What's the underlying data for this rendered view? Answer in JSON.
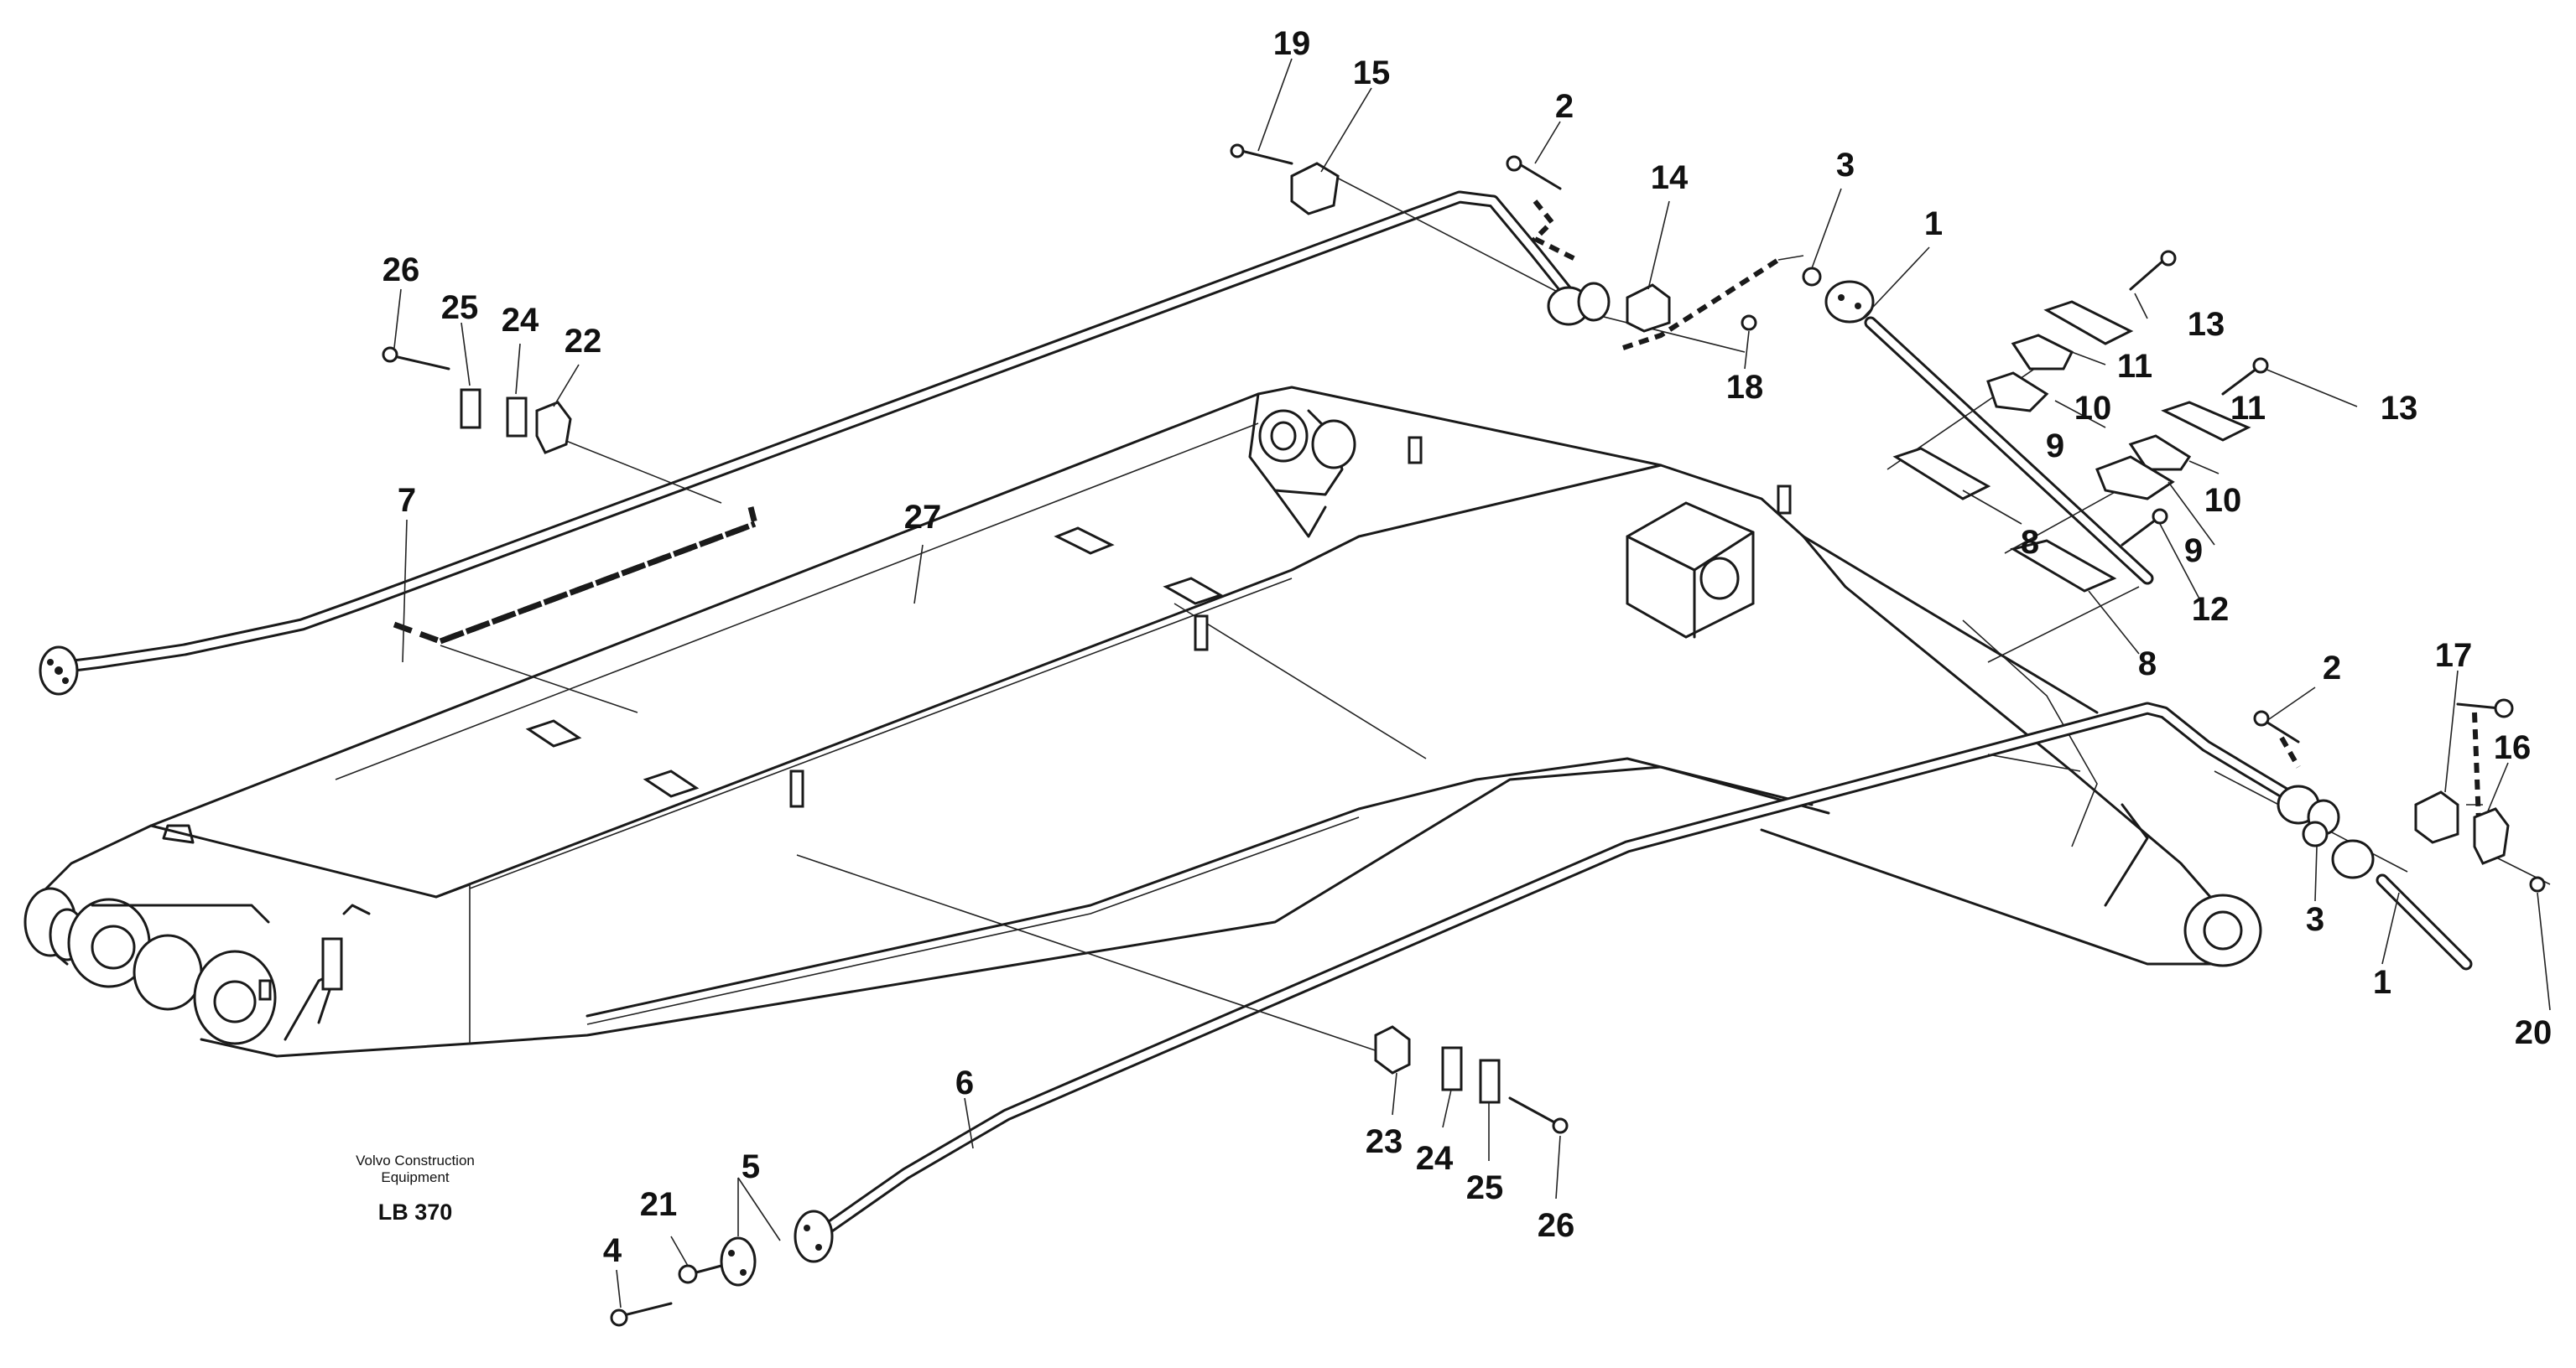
{
  "caption": {
    "company_line1": "Volvo Construction",
    "company_line2": "Equipment",
    "code": "LB 370"
  },
  "callouts": {
    "c1a": "1",
    "c1b": "1",
    "c2a": "2",
    "c2b": "2",
    "c3a": "3",
    "c3b": "3",
    "c4": "4",
    "c5": "5",
    "c6": "6",
    "c7": "7",
    "c8a": "8",
    "c8b": "8",
    "c9a": "9",
    "c9b": "9",
    "c10a": "10",
    "c10b": "10",
    "c11a": "11",
    "c11b": "11",
    "c12": "12",
    "c13a": "13",
    "c13b": "13",
    "c14": "14",
    "c15": "15",
    "c16": "16",
    "c17": "17",
    "c18": "18",
    "c19": "19",
    "c20": "20",
    "c21": "21",
    "c22": "22",
    "c23": "23",
    "c24a": "24",
    "c24b": "24",
    "c25a": "25",
    "c25b": "25",
    "c26a": "26",
    "c26b": "26",
    "c27": "27"
  }
}
